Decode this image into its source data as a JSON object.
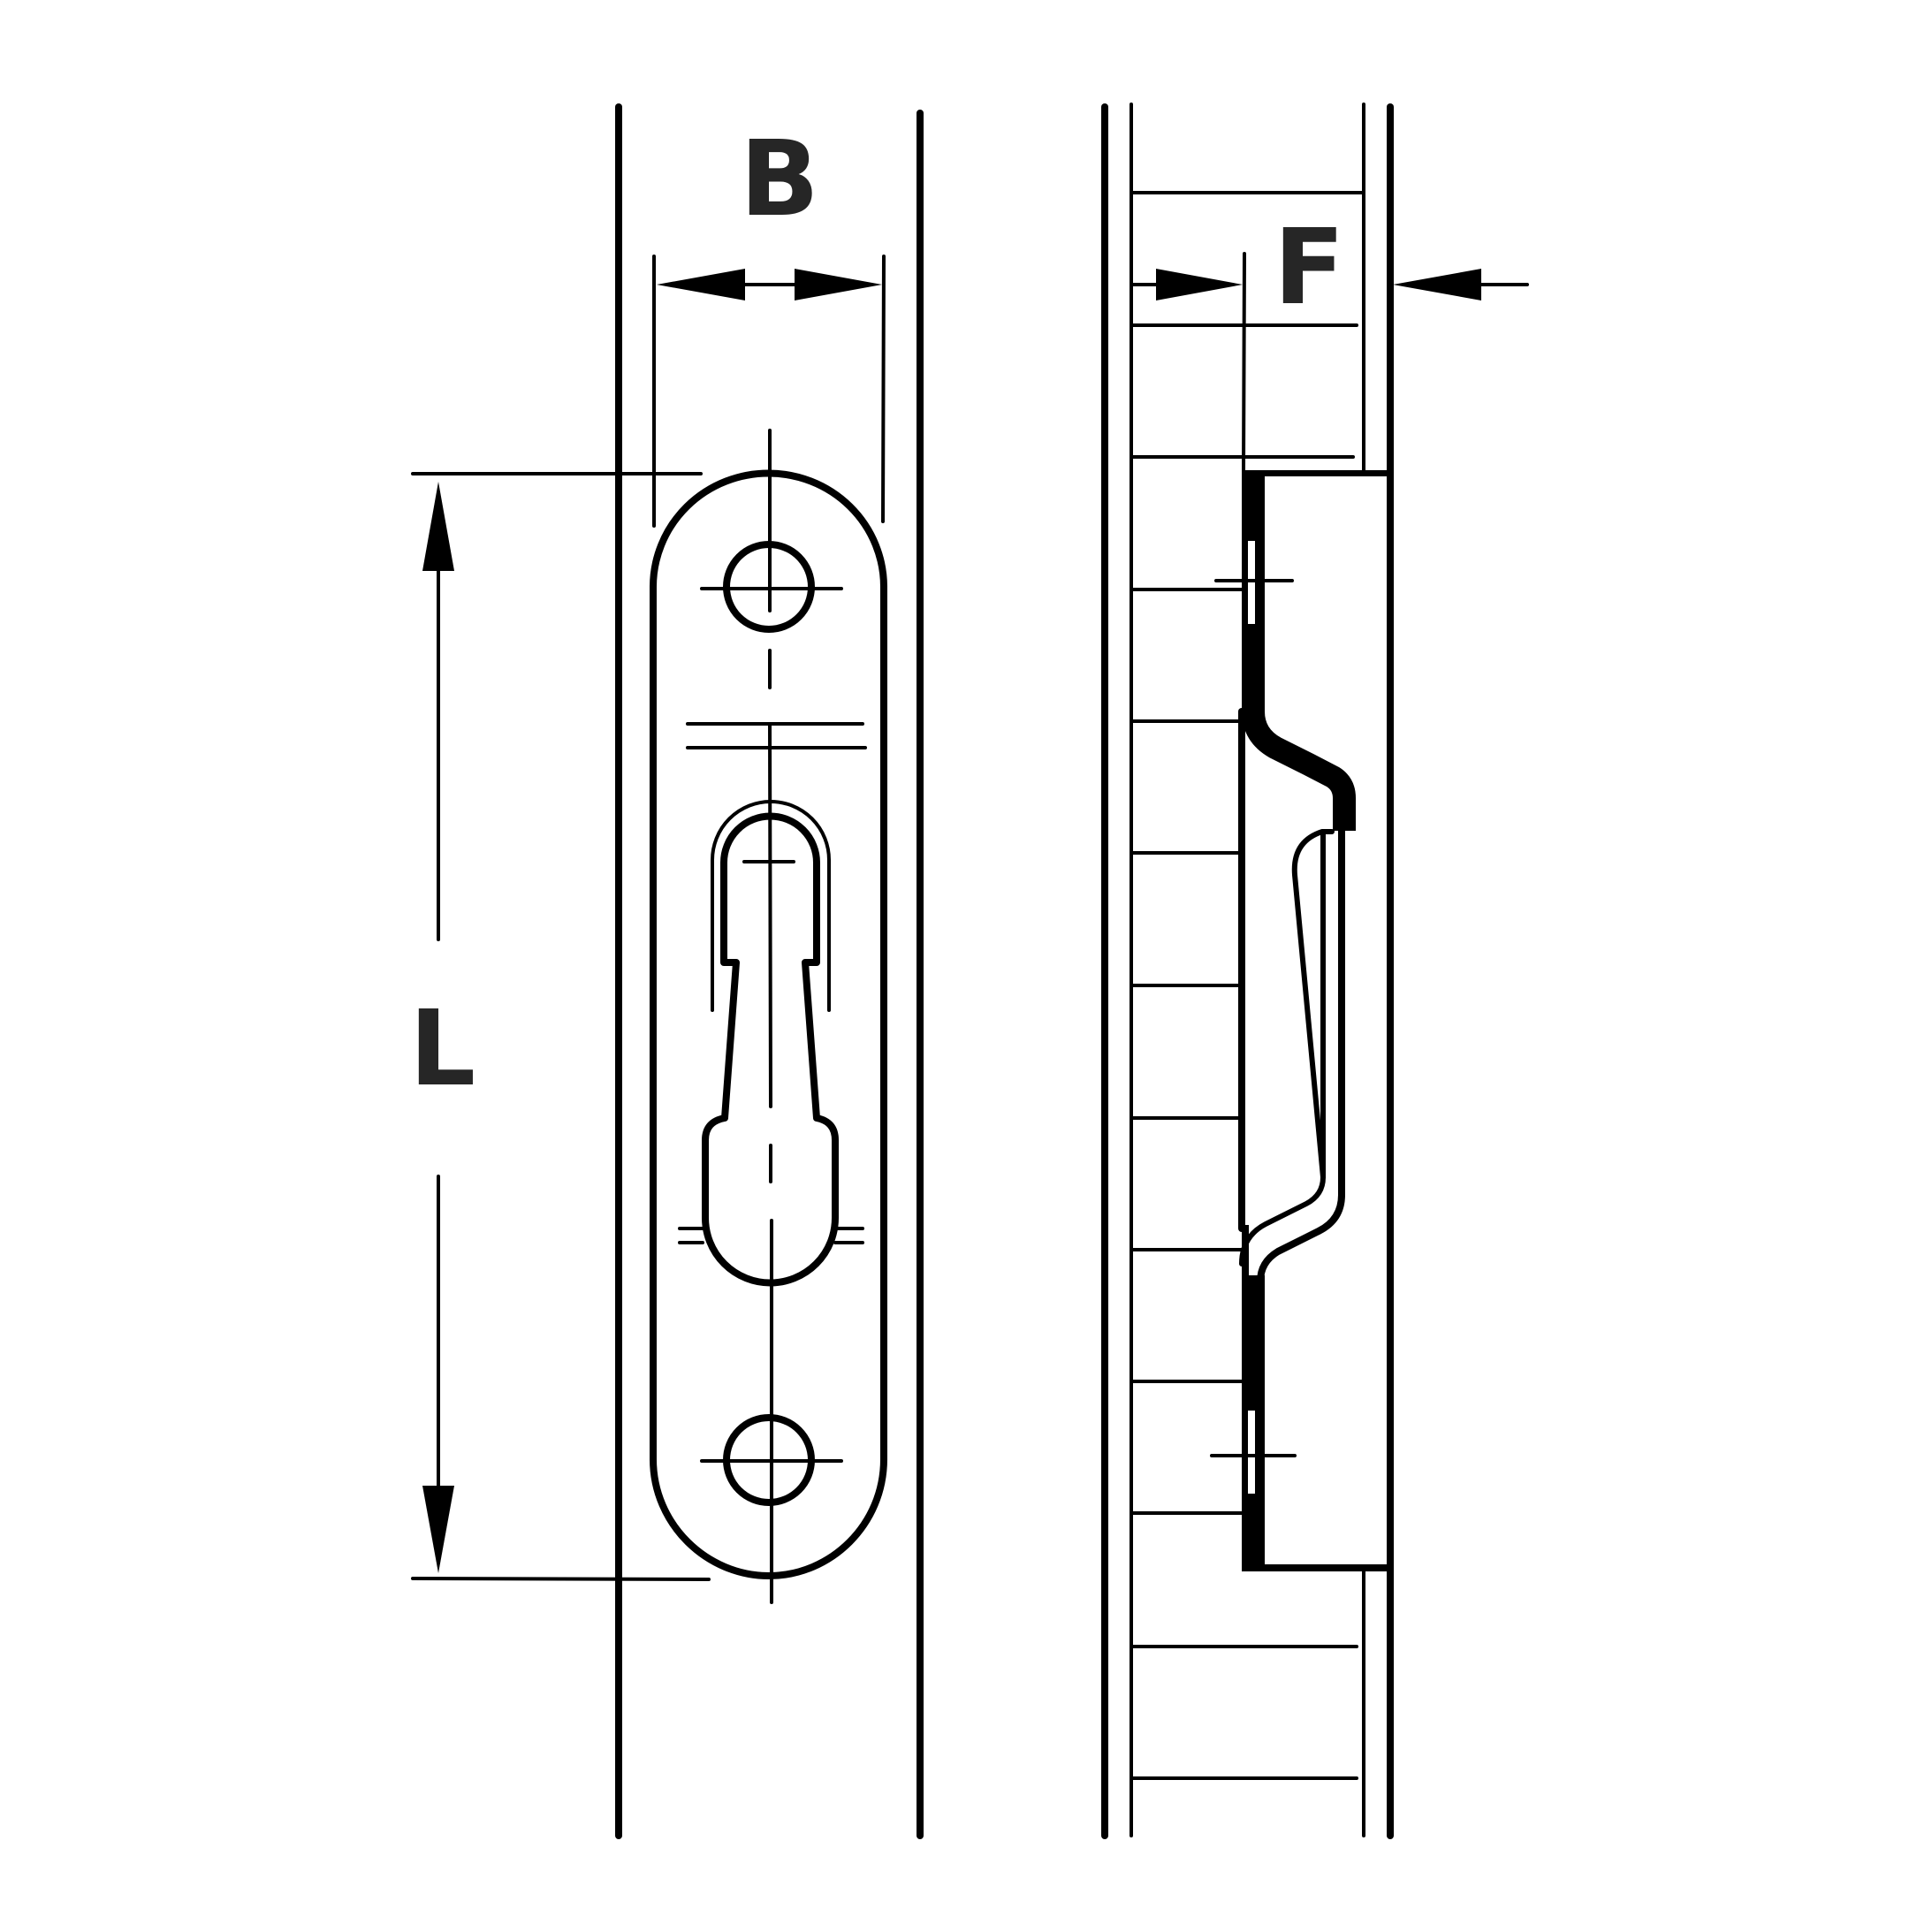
{
  "diagram": {
    "dimension_labels": {
      "width": "B",
      "length": "L",
      "depth": "F"
    },
    "colors": {
      "line": "#000000",
      "label": "#262626",
      "background": "#ffffff"
    }
  }
}
